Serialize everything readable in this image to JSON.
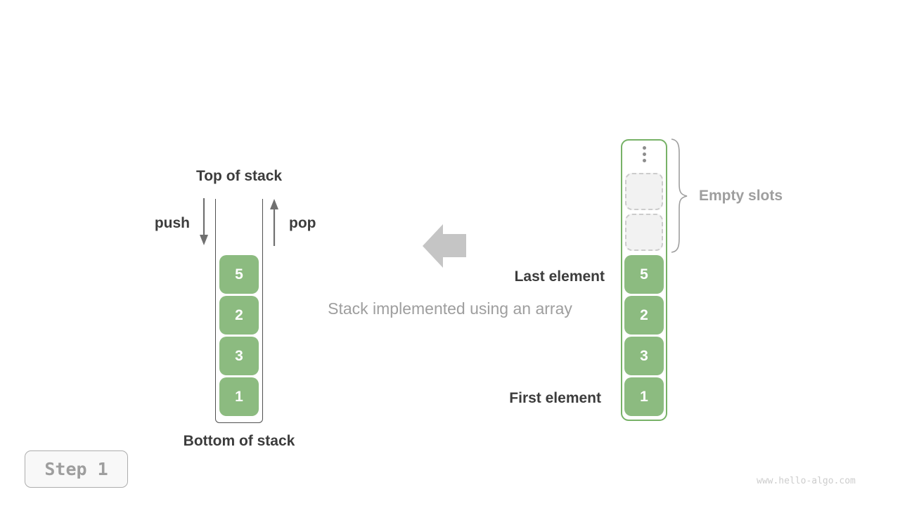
{
  "colors": {
    "green_fill": "#8CBB80",
    "green_border": "#77B267",
    "cell_text": "#FFFFFF",
    "dark_text": "#3C3C3C",
    "gray_text": "#9E9E9E",
    "light_gray_text": "#CDCDCD",
    "arrow_block": "#C5C5C5",
    "arrow_line": "#707070",
    "container_line": "#505050",
    "slot_border": "#CCCCCC",
    "slot_fill": "#F2F2F2",
    "step_border": "#ADADAD",
    "step_bg": "#F8F8F8"
  },
  "stack": {
    "top_label": "Top of stack",
    "bottom_label": "Bottom of stack",
    "push_label": "push",
    "pop_label": "pop",
    "cells": [
      "5",
      "2",
      "3",
      "1"
    ]
  },
  "array": {
    "last_element_label": "Last element",
    "first_element_label": "First element",
    "empty_slots_label": "Empty slots",
    "empty_slot_count": 2,
    "ellipsis_icon": "vertical-ellipsis",
    "cells": [
      "5",
      "2",
      "3",
      "1"
    ]
  },
  "caption": "Stack implemented using an array",
  "step": {
    "label": "Step 1"
  },
  "watermark": "www.hello-algo.com"
}
